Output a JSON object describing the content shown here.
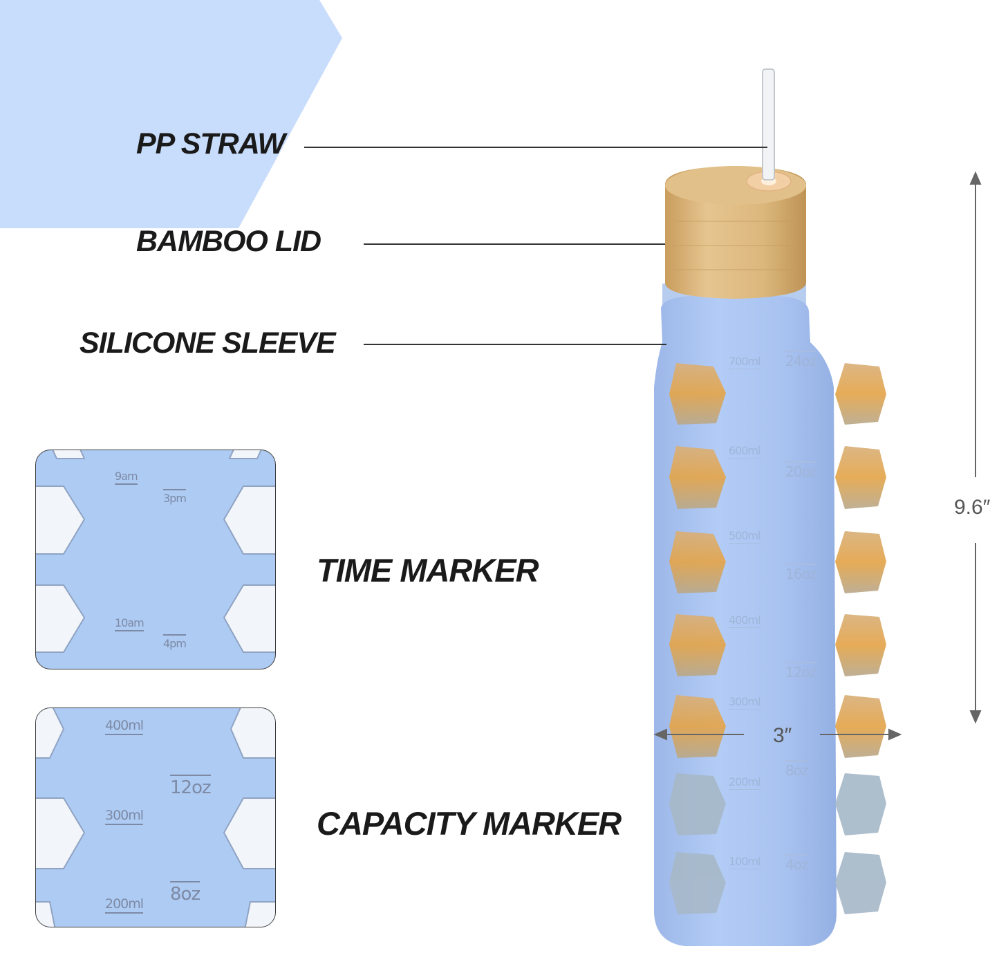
{
  "callouts": {
    "straw": "PP STRAW",
    "lid": "BAMBOO LID",
    "sleeve": "SILICONE SLEEVE",
    "time": "TIME MARKER",
    "capacity": "CAPACITY MARKER"
  },
  "dimensions": {
    "height": "9.6″",
    "width": "3″"
  },
  "bottle_marks": {
    "ml": [
      "700ml",
      "600ml",
      "500ml",
      "400ml",
      "300ml",
      "200ml",
      "100ml"
    ],
    "oz": [
      "24oz",
      "20oz",
      "16oz",
      "12oz",
      "8oz",
      "4oz"
    ]
  },
  "time_inset": {
    "marks": [
      "9am",
      "3pm",
      "10am",
      "4pm"
    ]
  },
  "capacity_inset": {
    "marks": [
      "400ml",
      "12oz",
      "300ml",
      "8oz",
      "200ml"
    ]
  },
  "colors": {
    "background_accent": "#c8dcfb",
    "sleeve": "#a8c3f0",
    "bamboo": "#dcb77c",
    "text": "#1a1a1a"
  }
}
